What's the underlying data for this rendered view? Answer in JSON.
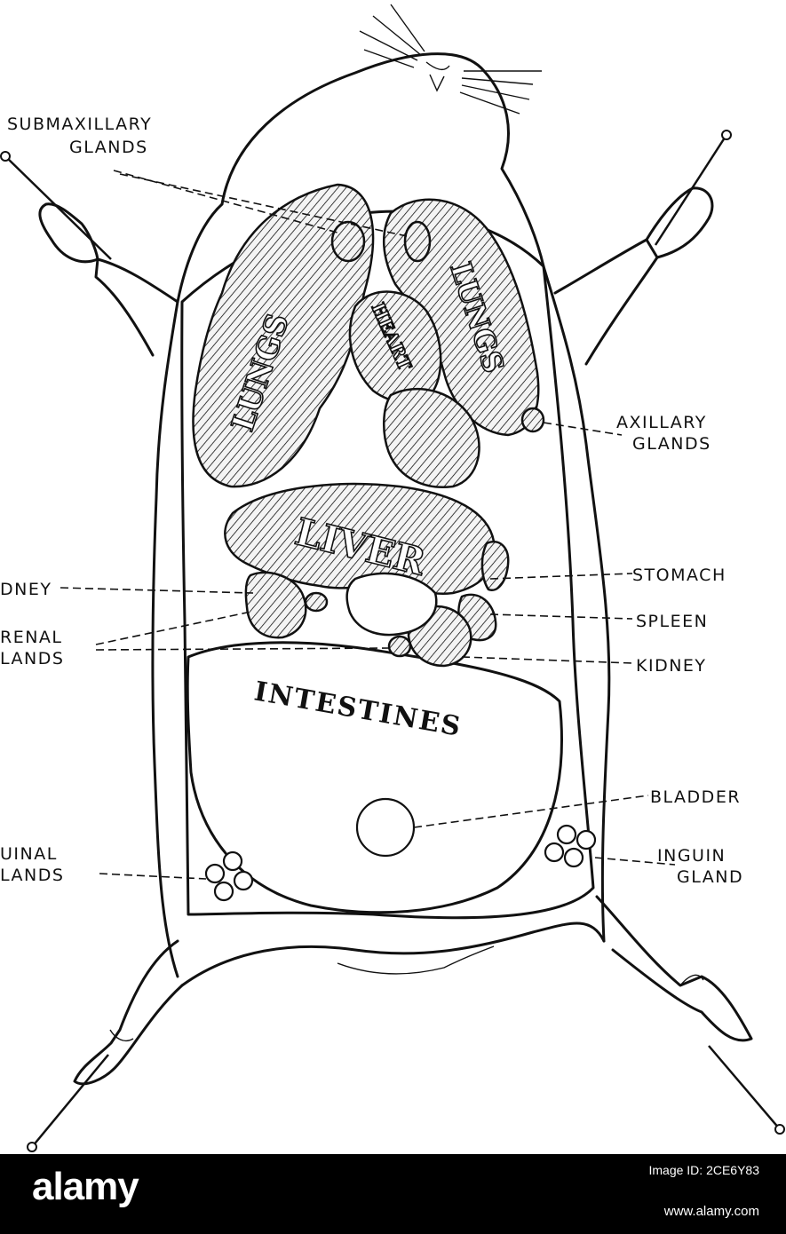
{
  "labels": {
    "submaxillary": [
      "SUBMAXILLARY",
      "GLANDS"
    ],
    "axillary": [
      "AXILLARY",
      "GLANDS"
    ],
    "stomach": "STOMACH",
    "spleen": "SPLEEN",
    "kidney_right": "KIDNEY",
    "kidney_left": "DNEY",
    "renal": [
      "RENAL",
      "LANDS"
    ],
    "bladder": "BLADDER",
    "inguinal_left": [
      "UINAL",
      "LANDS"
    ],
    "inguinal_right": [
      "INGUIN",
      "GLAND"
    ]
  },
  "organ_text": {
    "lungs_left": "LUNGS",
    "lungs_right": "LUNGS",
    "heart": "HEART",
    "liver": "LIVER",
    "intestines": "INTESTINES"
  },
  "watermark": {
    "brand": "alamy",
    "image_id_label": "Image ID: 2CE6Y83",
    "url": "www.alamy.com"
  }
}
